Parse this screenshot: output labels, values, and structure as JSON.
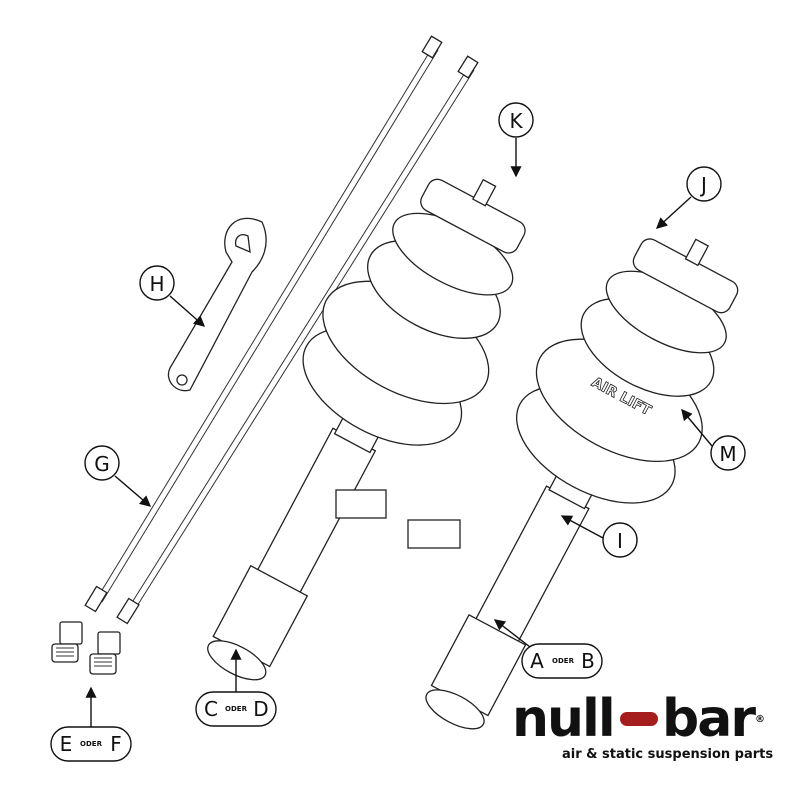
{
  "callouts": {
    "K": "K",
    "J": "J",
    "H": "H",
    "M": "M",
    "I": "I",
    "G": "G",
    "AB": {
      "left": "A",
      "joiner": "ODER",
      "right": "B"
    },
    "CD": {
      "left": "C",
      "joiner": "ODER",
      "right": "D"
    },
    "EF": {
      "left": "E",
      "joiner": "ODER",
      "right": "F"
    }
  },
  "logo": {
    "word_left": "null",
    "word_right": "bar",
    "registered": "®",
    "tagline": "air & static suspension parts",
    "dash_color": "#a51d1d"
  },
  "bellows_lettering": "AIR LIFT"
}
